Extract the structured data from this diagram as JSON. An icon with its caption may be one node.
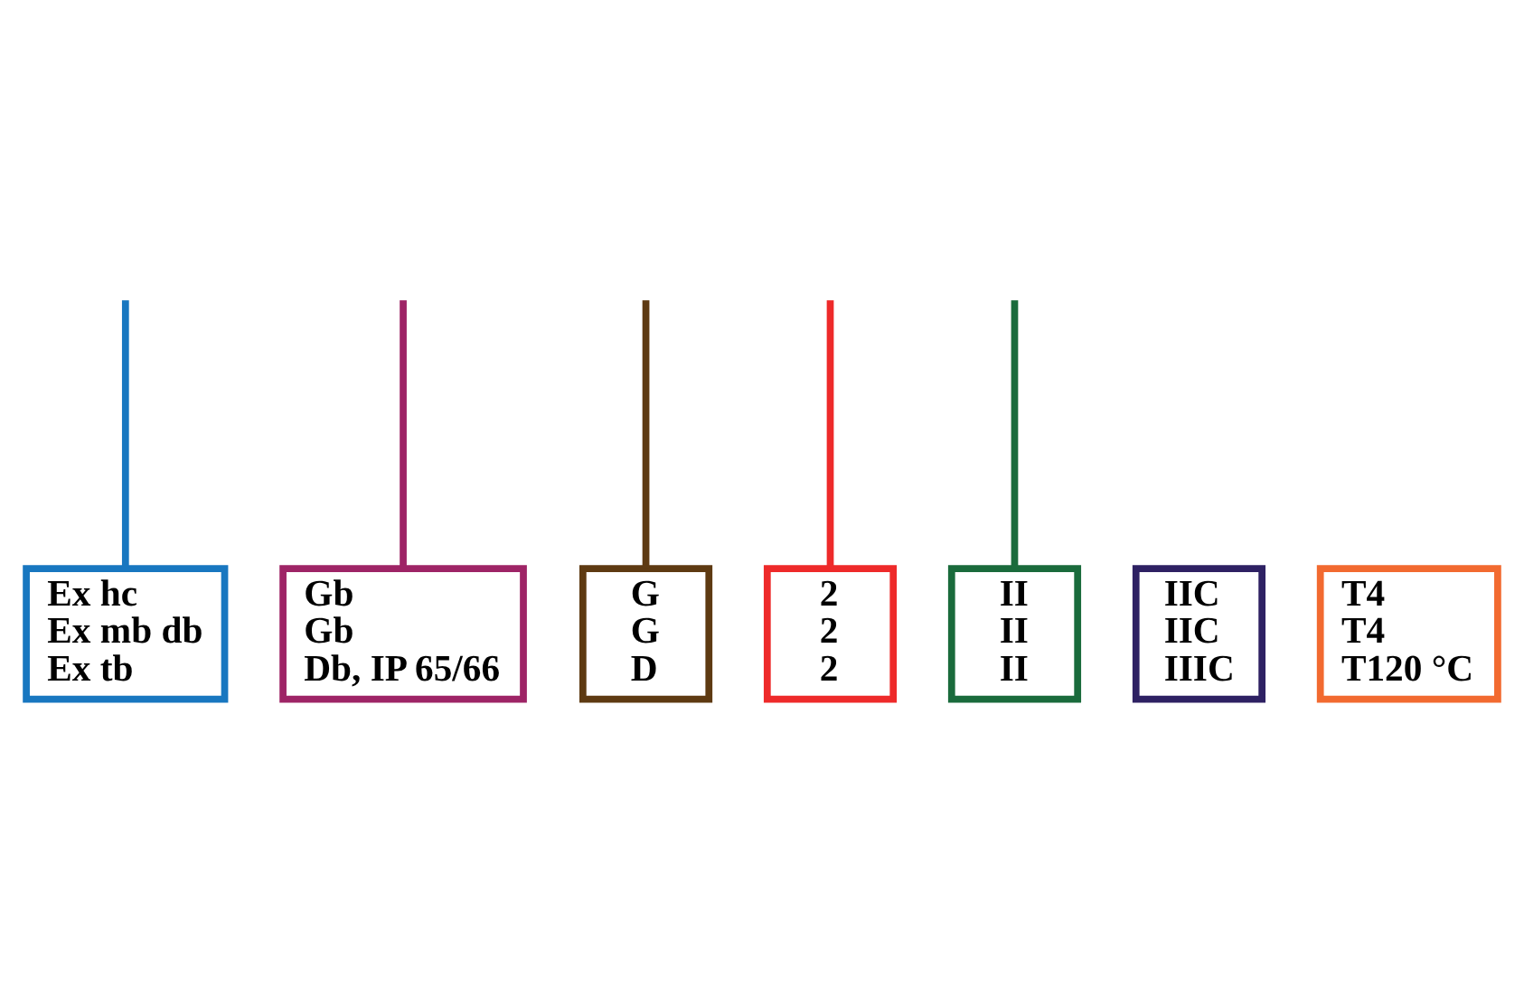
{
  "diagram": {
    "nodes": [
      {
        "text": [
          "II",
          "II",
          "II"
        ]
      },
      {
        "text": [
          "2",
          "2",
          "2"
        ]
      },
      {
        "text": [
          "G",
          "G",
          "D"
        ]
      },
      {
        "text": [
          "Ex hc",
          "Ex mb db",
          "Ex tb"
        ]
      },
      {
        "text": [
          "IIC",
          "IIC",
          "IIIC"
        ]
      },
      {
        "text": [
          "T4",
          "T4",
          "T120 °C"
        ]
      },
      {
        "text": [
          "Gb",
          "Gb",
          "Db, IP 65/66"
        ]
      }
    ],
    "edges": [
      {
        "from": null,
        "to": 0,
        "arrow": "none",
        "color": "#1a6b3c"
      },
      {
        "from": null,
        "to": 1,
        "arrow": "none",
        "color": "#ee2a2a"
      },
      {
        "from": null,
        "to": 2,
        "arrow": "none",
        "color": "#5e3a12"
      },
      {
        "from": null,
        "to": 6,
        "arrow": "none",
        "color": "#9e2466"
      },
      {
        "from": null,
        "to": 3,
        "arrow": "none",
        "color": "#1877c0"
      }
    ]
  }
}
